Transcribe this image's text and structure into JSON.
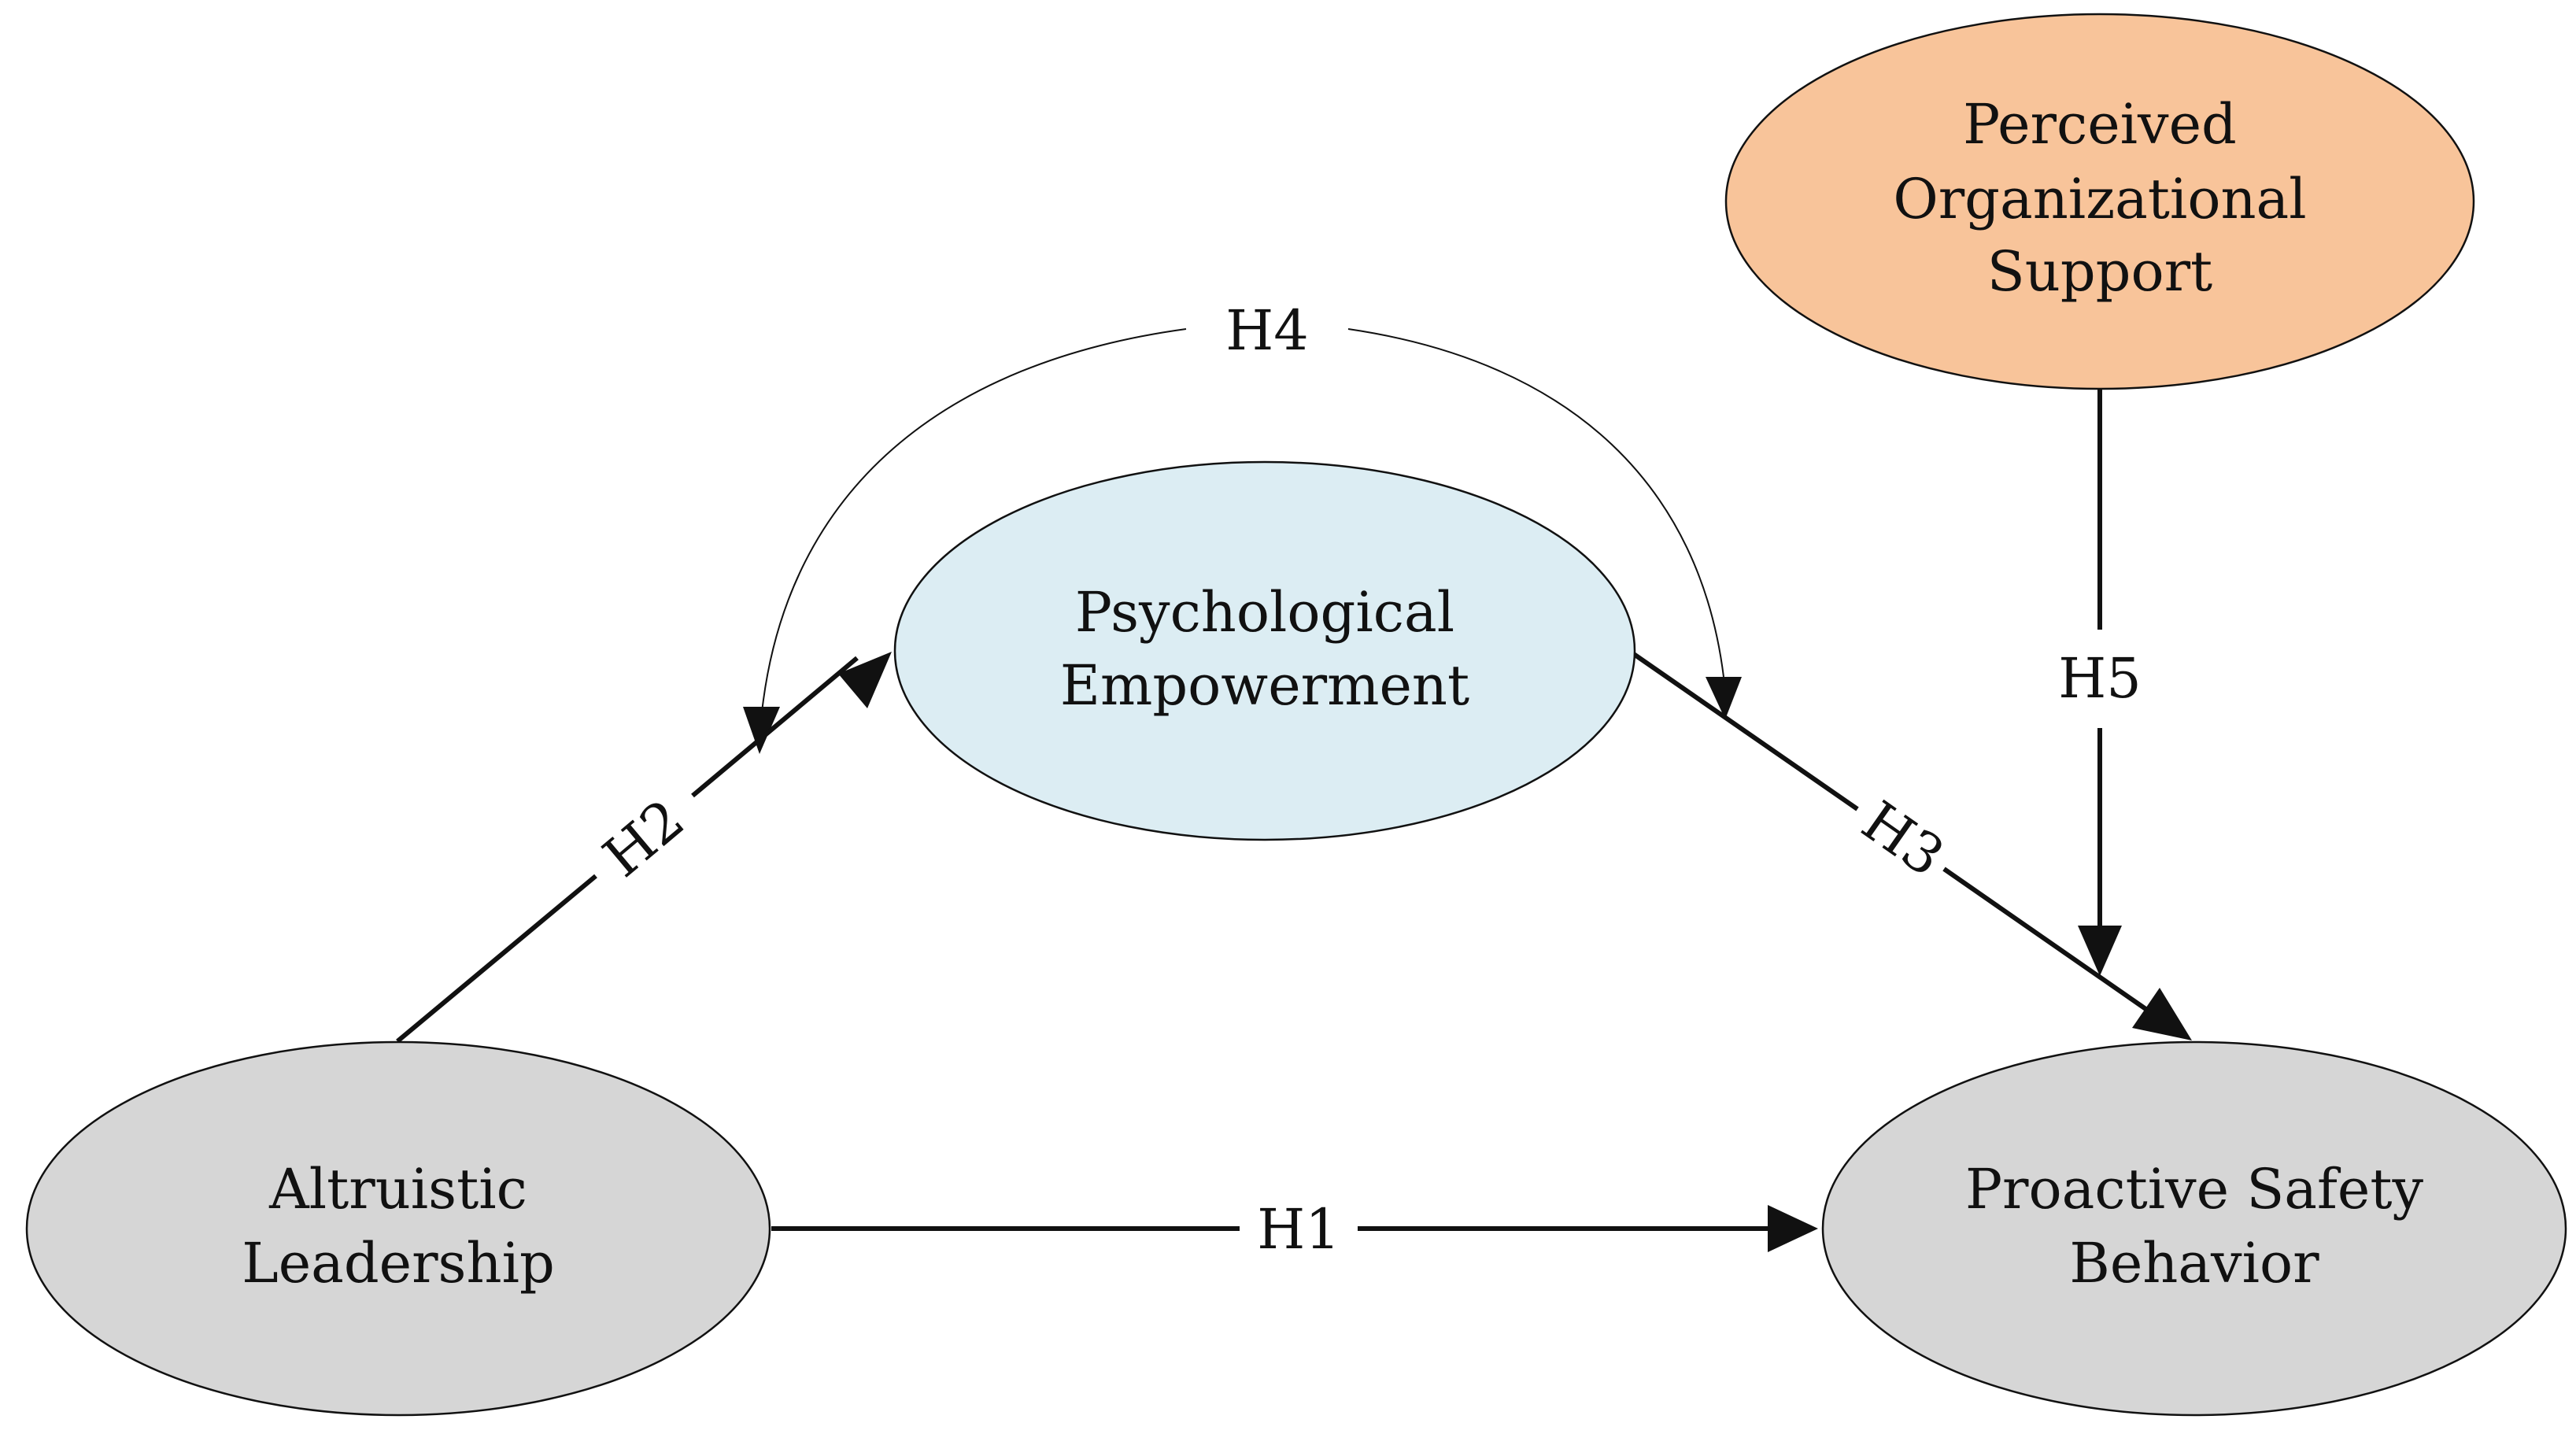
{
  "nodes": {
    "altruistic_leadership": {
      "lines": [
        "Altruistic",
        "Leadership"
      ],
      "fill": "#d6d6d6"
    },
    "psychological_empowerment": {
      "lines": [
        "Psychological",
        "Empowerment"
      ],
      "fill": "#dcedf3"
    },
    "perceived_organizational_support": {
      "lines": [
        "Perceived",
        "Organizational",
        "Support"
      ],
      "fill": "#f8c49a"
    },
    "proactive_safety_behavior": {
      "lines": [
        "Proactive Safety",
        "Behavior"
      ],
      "fill": "#d6d6d6"
    }
  },
  "hypotheses": {
    "h1": "H1",
    "h2": "H2",
    "h3": "H3",
    "h4": "H4",
    "h5": "H5"
  }
}
